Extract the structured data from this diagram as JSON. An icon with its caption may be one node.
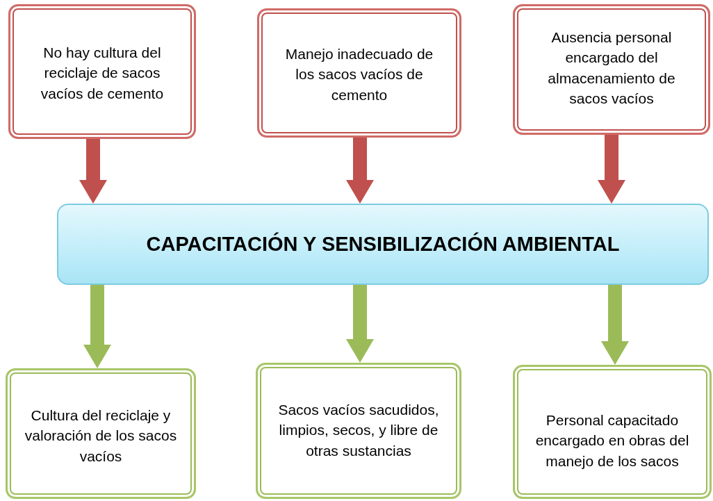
{
  "diagram": {
    "nodes": [
      {
        "text": [
          "No hay cultura del reciclaje de sacos vacíos de cemento"
        ]
      },
      {
        "text": [
          "Manejo inadecuado de los sacos vacíos de cemento"
        ]
      },
      {
        "text": [
          "Ausencia personal encargado del almacenamiento de sacos vacíos"
        ]
      },
      {
        "text": [
          "CAPACITACIÓN Y SENSIBILIZACIÓN AMBIENTAL"
        ]
      },
      {
        "text": [
          "Cultura del reciclaje y valoración de los sacos vacíos"
        ]
      },
      {
        "text": [
          "Sacos vacíos sacudidos, limpios, secos, y libre de otras sustancias"
        ]
      },
      {
        "text": [
          "Personal capacitado encargado en obras del manejo de los sacos"
        ]
      }
    ],
    "edges": [
      {
        "from": 0,
        "to": 3,
        "arrow": "to",
        "color": "#c0504d"
      },
      {
        "from": 1,
        "to": 3,
        "arrow": "to",
        "color": "#c0504d"
      },
      {
        "from": 2,
        "to": 3,
        "arrow": "to",
        "color": "#c0504d"
      },
      {
        "from": 3,
        "to": 4,
        "arrow": "to",
        "color": "#9bbb59"
      },
      {
        "from": 3,
        "to": 5,
        "arrow": "to",
        "color": "#9bbb59"
      },
      {
        "from": 3,
        "to": 6,
        "arrow": "to",
        "color": "#9bbb59"
      }
    ]
  }
}
